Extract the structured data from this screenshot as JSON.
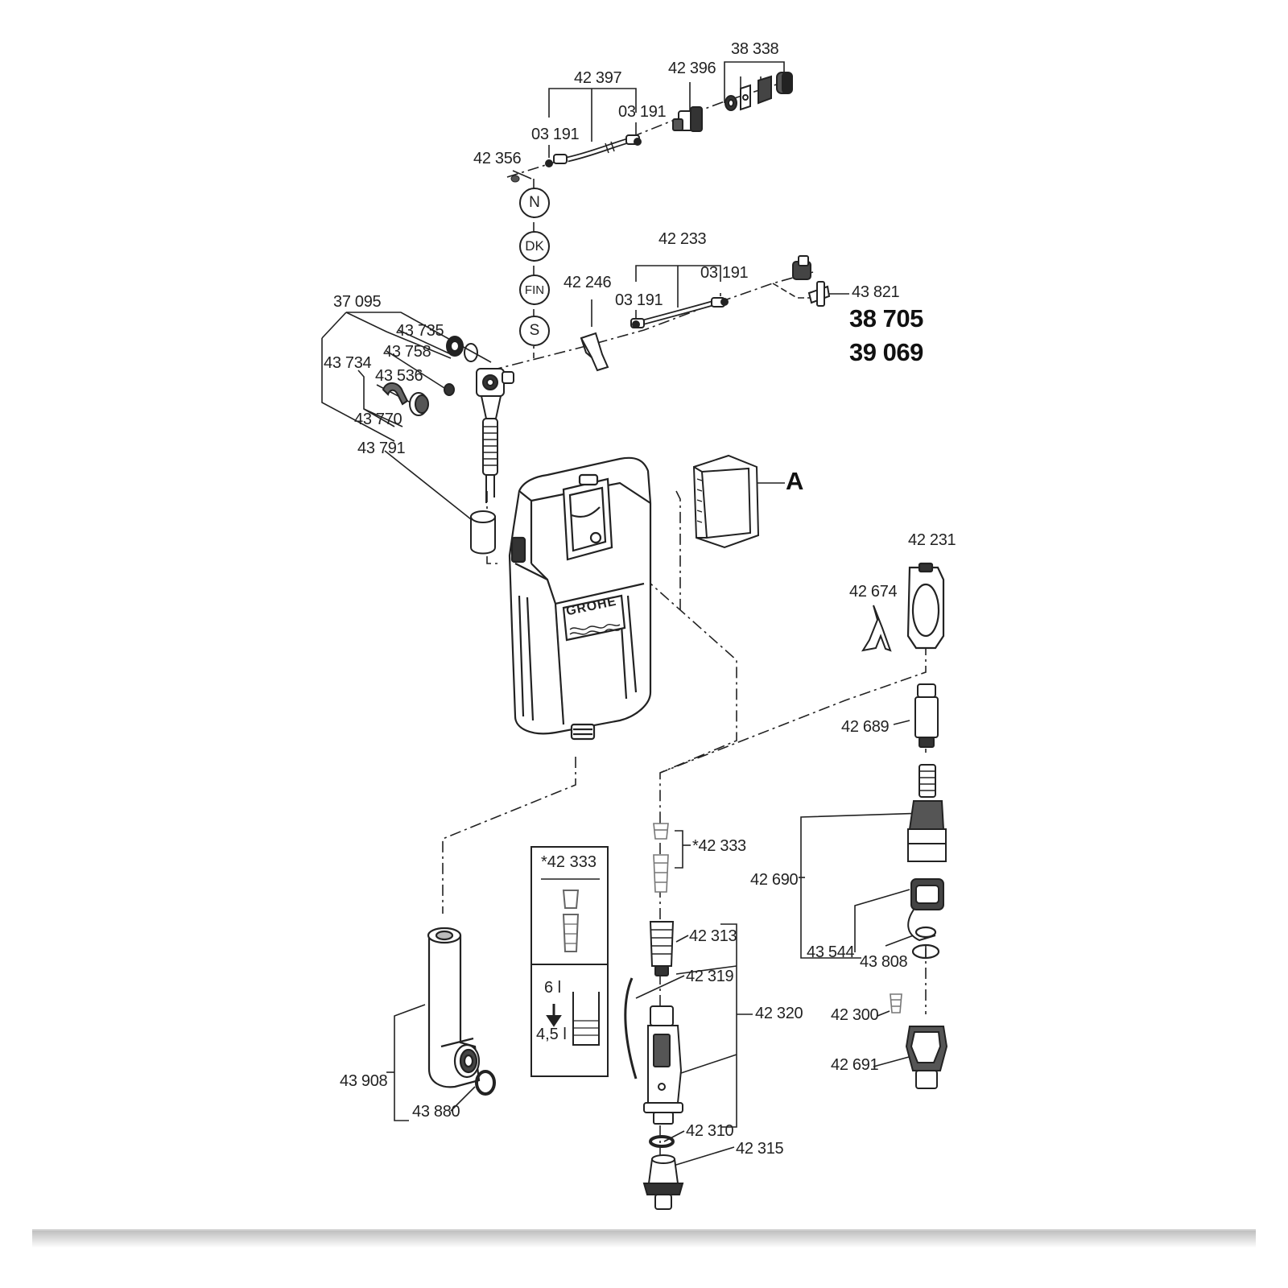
{
  "parts": {
    "p42397": "42 397",
    "p42396": "42 396",
    "p38338": "38 338",
    "p03191_a": "03 191",
    "p03191_b": "03 191",
    "p42356": "42 356",
    "p42233": "42 233",
    "p03191_c": "03 191",
    "p03191_d": "03 191",
    "p42246": "42 246",
    "p43821": "43 821",
    "p37095": "37 095",
    "p43735": "43 735",
    "p43758": "43 758",
    "p43734": "43 734",
    "p43536": "43 536",
    "p43770": "43 770",
    "p43791": "43 791",
    "p42231": "42 231",
    "p42674": "42 674",
    "p42689": "42 689",
    "p42333": "*42 333",
    "p42690": "42 690",
    "p43544": "43 544",
    "p43808": "43 808",
    "p42300": "42 300",
    "p42691": "42 691",
    "p42313": "42 313",
    "p42319": "42 319",
    "p42320": "42 320",
    "p42310": "42 310",
    "p42315": "42 315",
    "p43908": "43 908",
    "p43880": "43 880"
  },
  "countries": [
    "N",
    "DK",
    "FIN",
    "S"
  ],
  "models": [
    "38 705",
    "39 069"
  ],
  "letter_a": "A",
  "brand": "GROHE",
  "inset": {
    "title": "*42 333",
    "volume_high": "6 l",
    "volume_low": "4,5 l"
  }
}
